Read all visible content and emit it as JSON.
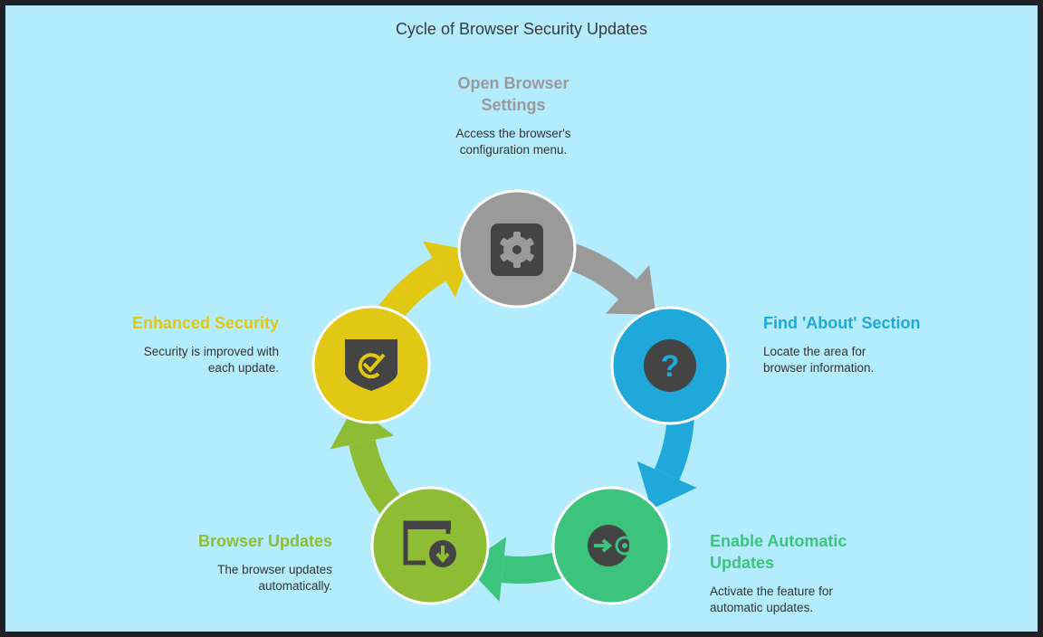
{
  "title": "Cycle of Browser Security Updates",
  "steps": [
    {
      "title": "Open Browser Settings",
      "title_l1": "Open Browser",
      "title_l2": "Settings",
      "desc_l1": "Access the browser's",
      "desc_l2": "configuration menu.",
      "color": "#9a9a9a",
      "icon": "gear-icon"
    },
    {
      "title": "Find 'About' Section",
      "desc_l1": "Locate the area for",
      "desc_l2": "browser information.",
      "color": "#1fa8d9",
      "icon": "question-icon"
    },
    {
      "title": "Enable Automatic Updates",
      "title_l1": "Enable Automatic",
      "title_l2": "Updates",
      "desc_l1": "Activate the feature for",
      "desc_l2": "automatic updates.",
      "color": "#3cc47e",
      "icon": "toggle-arrow-icon"
    },
    {
      "title": "Browser Updates",
      "desc_l1": "The browser updates",
      "desc_l2": "automatically.",
      "color": "#8fbc35",
      "icon": "browser-download-icon"
    },
    {
      "title": "Enhanced Security",
      "desc_l1": "Security is improved with",
      "desc_l2": "each update.",
      "color": "#e0c814",
      "icon": "shield-check-icon"
    }
  ]
}
